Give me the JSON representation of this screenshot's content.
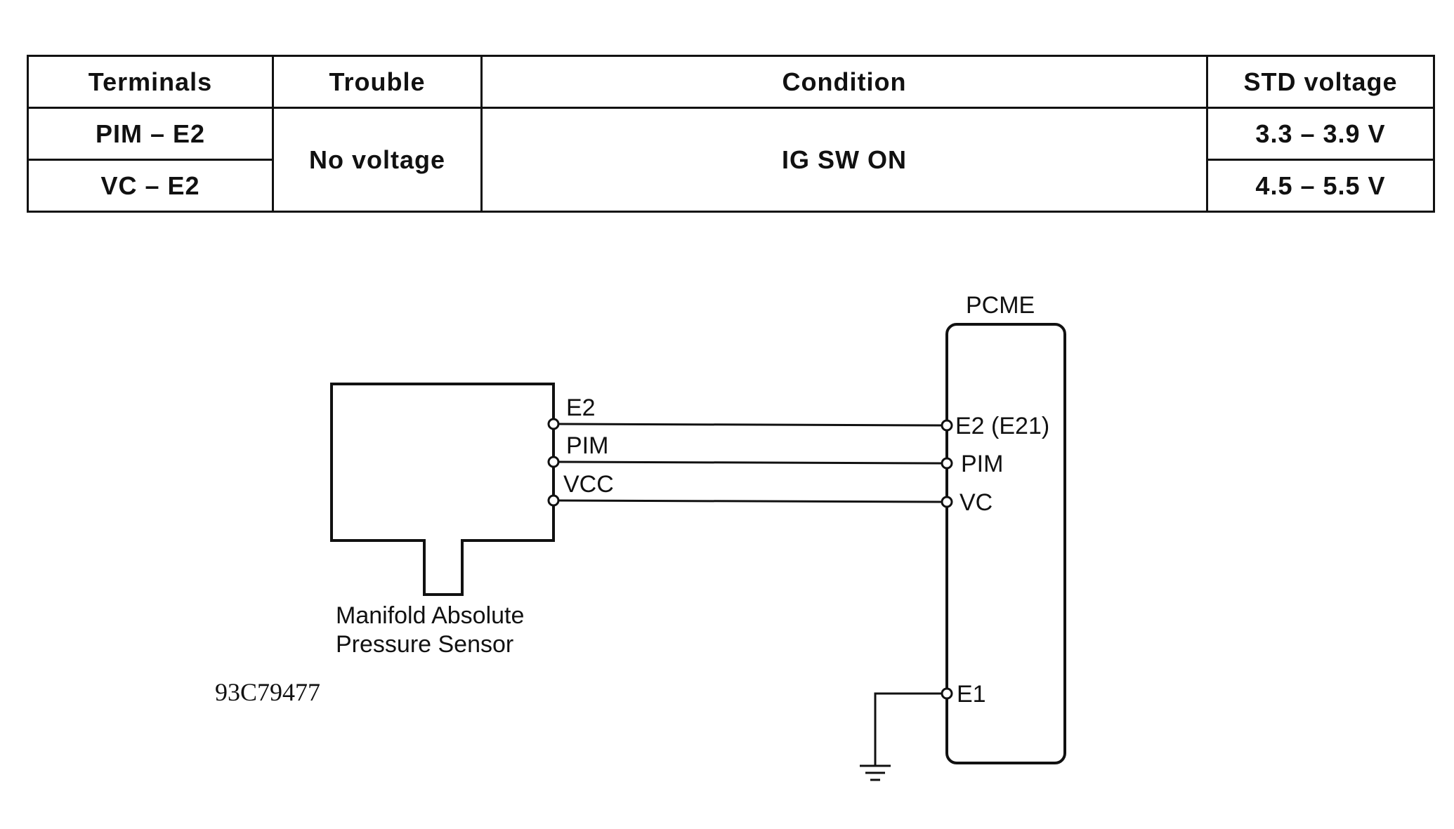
{
  "table": {
    "headers": [
      "Terminals",
      "Trouble",
      "Condition",
      "STD voltage"
    ],
    "rows": [
      {
        "terminals": "PIM – E2",
        "std_voltage": "3.3 – 3.9 V"
      },
      {
        "terminals": "VC – E2",
        "std_voltage": "4.5 – 5.5 V"
      }
    ],
    "trouble": "No voltage",
    "condition": "IG SW ON"
  },
  "diagram": {
    "sensor": {
      "name_line1": "Manifold Absolute",
      "name_line2": "Pressure Sensor",
      "terminals": [
        "E2",
        "PIM",
        "VCC"
      ]
    },
    "ecu": {
      "name": "PCME",
      "terminals": [
        "E2 (E21)",
        "PIM",
        "VC",
        "E1"
      ]
    },
    "ground_symbol": "ground-icon",
    "figure_id": "93C79477"
  }
}
